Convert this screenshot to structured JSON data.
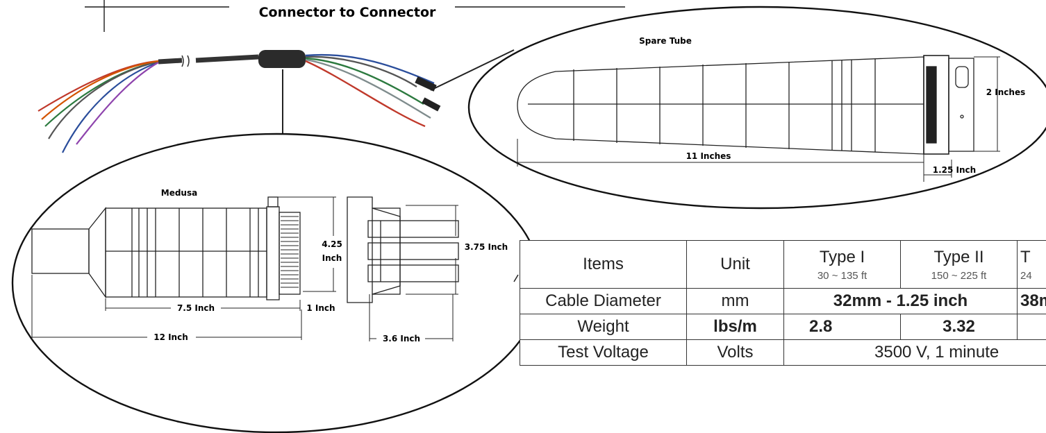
{
  "title": "Connector to Connector",
  "spare_tube": {
    "label": "Spare Tube",
    "dim_height": "2 Inches",
    "dim_length": "11 Inches",
    "dim_cap": "1.25 Inch"
  },
  "medusa": {
    "label": "Medusa",
    "dim_height_line1": "4.25",
    "dim_height_line2": "Inch",
    "dim_conn_height": "3.75 Inch",
    "dim_body": "7.5 Inch",
    "dim_thread": "1 Inch",
    "dim_total": "12 Inch",
    "dim_conn_width": "3.6 Inch"
  },
  "table": {
    "headers": {
      "items": "Items",
      "unit": "Unit",
      "type1": "Type I",
      "type1_range": "30 ~ 135 ft",
      "type2": "Type II",
      "type2_range": "150 ~ 225 ft",
      "type3_partial": "T",
      "type3_range_partial": "24"
    },
    "rows": {
      "cable_diameter": {
        "item": "Cable Diameter",
        "unit": "mm",
        "value_12": "32mm - 1.25 inch",
        "value_3_partial": "38m"
      },
      "weight": {
        "item": "Weight",
        "unit": "lbs/m",
        "type1": "2.8",
        "type2": "3.32"
      },
      "test_voltage": {
        "item": "Test Voltage",
        "unit": "Volts",
        "value": "3500 V, 1 minute"
      }
    }
  },
  "colors": {
    "line": "#1a1a1a",
    "cable": "#333333",
    "wire_colors": [
      "#c0392b",
      "#2c7a3f",
      "#2a4d9b",
      "#d35400",
      "#7f8c8d",
      "#8e44ad"
    ]
  }
}
